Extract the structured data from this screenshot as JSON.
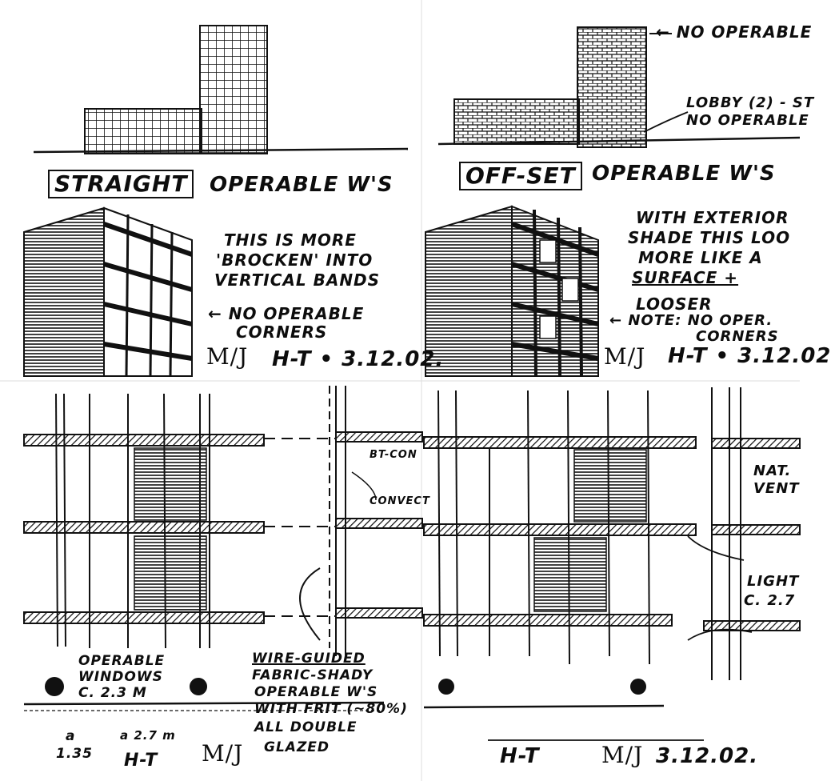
{
  "sheet": {
    "background": "#ffffff",
    "ink": "#111111"
  },
  "top_left": {
    "label_boxed": "STRAIGHT",
    "label_rest": "OPERABLE W'S",
    "note_line1": "THIS IS MORE",
    "note_line2": "'BROCKEN' INTO",
    "note_line3": "VERTICAL BANDS",
    "corner_note_line1": "← NO OPERABLE",
    "corner_note_line2": "CORNERS",
    "initials": "M/J",
    "signature": "H-T • 3.12.02."
  },
  "top_right": {
    "top_note": "← NO OPERABLE",
    "lobby_note_line1": "LOBBY (2) - ST",
    "lobby_note_line2": "NO OPERABLE",
    "label_boxed": "OFF-SET",
    "label_rest": "OPERABLE W'S",
    "note_line1": "WITH EXTERIOR",
    "note_line2": "SHADE THIS LOO",
    "note_line3": "MORE LIKE A",
    "note_line4": "SURFACE +",
    "note_line5": "LOOSER",
    "corner_note_line1": "← NOTE: NO OPER.",
    "corner_note_line2": "CORNERS",
    "initials": "M/J",
    "signature": "H-T • 3.12.02"
  },
  "bottom_left": {
    "bt_note": "BT-CON",
    "conv_note": "CONVECT",
    "operable_line1": "OPERABLE",
    "operable_line2": "WINDOWS",
    "operable_line3": "C. 2.3 M",
    "wire_line1": "WIRE-GUIDED",
    "wire_line2": "FABRIC-SHADY",
    "wire_line3": "OPERABLE W'S",
    "wire_line4": "WITH FRIT (~80%)",
    "wire_line5": "ALL DOUBLE",
    "wire_line6": "GLAZED",
    "dim_a": "a",
    "dim_135": "1.35",
    "dim_27": "a 2.7 m",
    "sig": "H-T",
    "initials": "M/J"
  },
  "bottom_right": {
    "nat_line1": "NAT.",
    "nat_line2": "VENT",
    "light_line1": "LIGHT",
    "light_line2": "C. 2.7",
    "sig": "H-T",
    "initials": "M/J",
    "date": "3.12.02."
  }
}
